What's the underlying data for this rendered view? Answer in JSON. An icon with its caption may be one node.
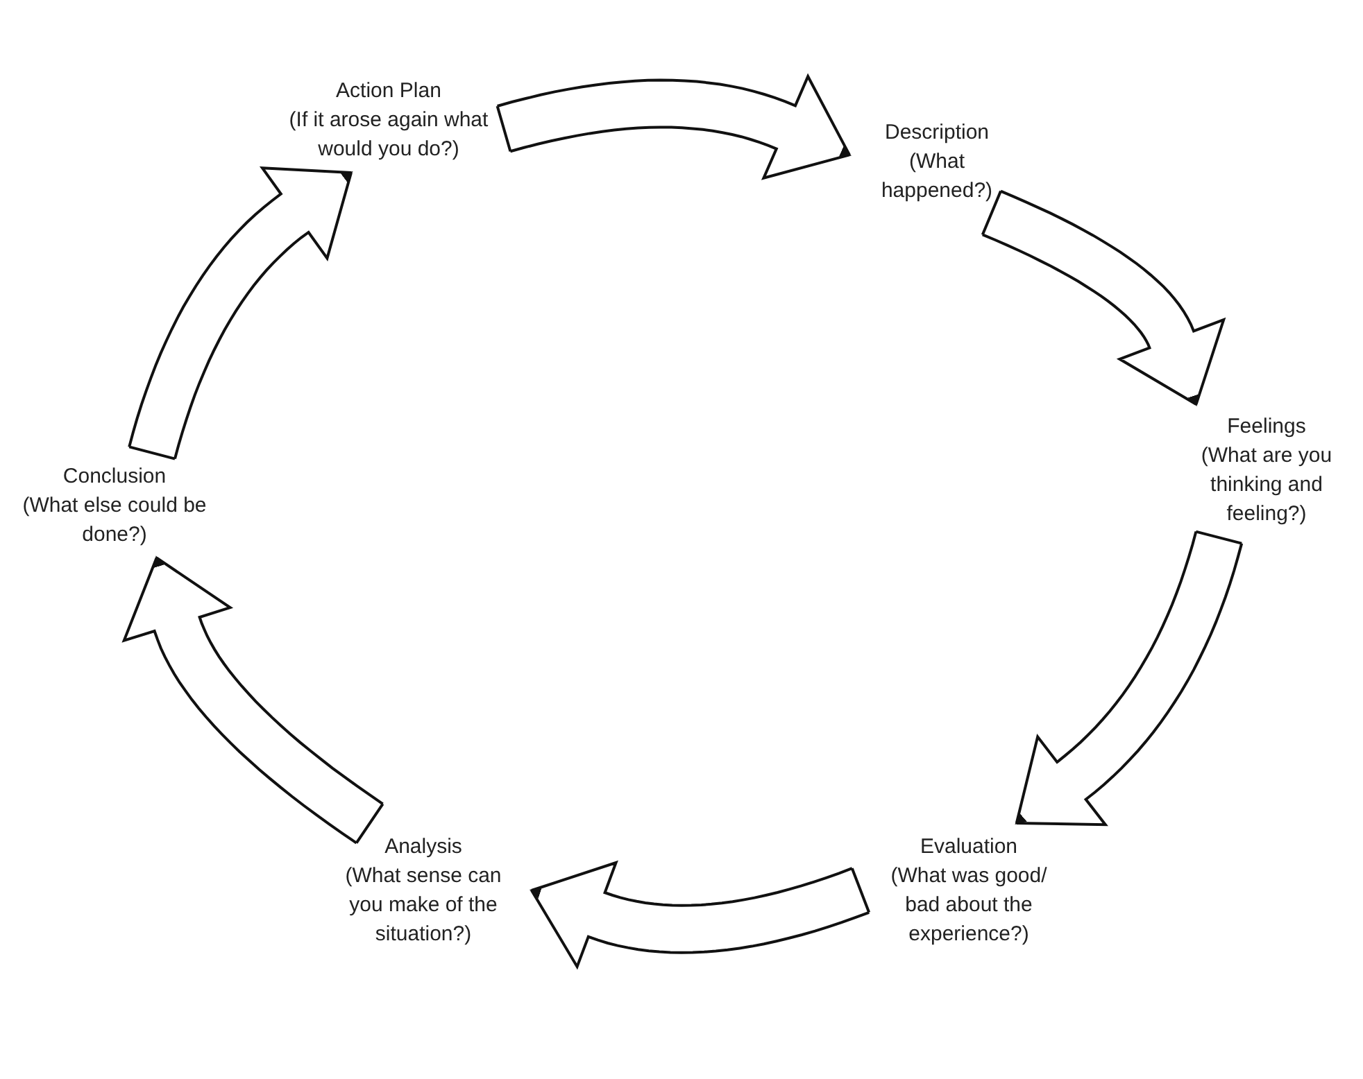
{
  "diagram": {
    "nodes": [
      {
        "text": [
          "Action Plan",
          "(If it arose again what would you do?)"
        ]
      },
      {
        "text": [
          "Description",
          "(What happened?)"
        ]
      },
      {
        "text": [
          "Feelings",
          "(What are you thinking and feeling?)"
        ]
      },
      {
        "text": [
          "Evaluation",
          "(What was good/ bad about the experience?)"
        ]
      },
      {
        "text": [
          "Analysis",
          "(What sense can you make of the situation?)"
        ]
      },
      {
        "text": [
          "Conclusion",
          "(What else could be done?)"
        ]
      }
    ],
    "edges": [
      {
        "from": 0,
        "to": 1,
        "arrow": "to"
      },
      {
        "from": 1,
        "to": 2,
        "arrow": "to"
      },
      {
        "from": 2,
        "to": 3,
        "arrow": "to"
      },
      {
        "from": 3,
        "to": 4,
        "arrow": "to"
      },
      {
        "from": 4,
        "to": 5,
        "arrow": "to"
      },
      {
        "from": 5,
        "to": 0,
        "arrow": "to"
      }
    ]
  }
}
